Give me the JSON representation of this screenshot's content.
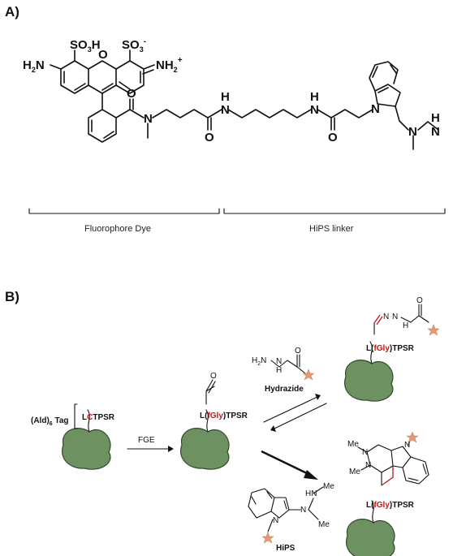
{
  "panel_a": {
    "label": "A)",
    "atoms": {
      "so3h": "SO3H",
      "so3h_main": "SO",
      "so3h_sub": "3",
      "so3h_tail": "H",
      "so3m_main": "SO",
      "so3m_sub": "3",
      "so3m_sup": "-",
      "nh2_left_a": "H",
      "nh2_left_sub": "2",
      "nh2_left_b": "N",
      "nh2_right": "NH",
      "nh2_right_sub": "2",
      "nh2_right_sup": "+",
      "o_ring": "O",
      "n_amide": "N",
      "nh_1": "H",
      "n_1": "N",
      "o_1": "O",
      "nh_2": "H",
      "n_2": "N",
      "o_2": "O",
      "n_indole": "N",
      "n_hyd1": "N",
      "n_hyd2": "N",
      "nh_hyd": "H",
      "o_amide": "O"
    },
    "brackets": {
      "fluorophore": "Fluorophore Dye",
      "linker": "HiPS linker"
    }
  },
  "panel_b": {
    "label": "B)",
    "tag_label_main": "(Ald)",
    "tag_label_sub": "6",
    "tag_label_tail": " Tag",
    "seq_start_black": "L",
    "seq_start_red": "C",
    "seq_start_tail": "TPSR",
    "fge_label": "FGE",
    "fgly_prefix": "L(",
    "fgly_red": "fGly",
    "fgly_suffix": ")TPSR",
    "hydrazide_label": "Hydrazide",
    "hips_label": "HiPS",
    "atoms": {
      "o_ald": "O",
      "h2n": "H2N",
      "h2n_main": "H",
      "h2n_sub": "2",
      "h2n_tail": "N",
      "n_hz": "N",
      "h_hz": "H",
      "o_hz": "O",
      "n_hz2": "N",
      "n_hz3": "N",
      "h_hz3": "H",
      "o_hz3": "O",
      "me": "Me",
      "me2": "Me",
      "me3": "Me",
      "me4": "Me",
      "n_a": "N",
      "n_b": "N",
      "n_c": "N",
      "hn": "HN",
      "n_d": "N",
      "n_ind": "N"
    }
  }
}
